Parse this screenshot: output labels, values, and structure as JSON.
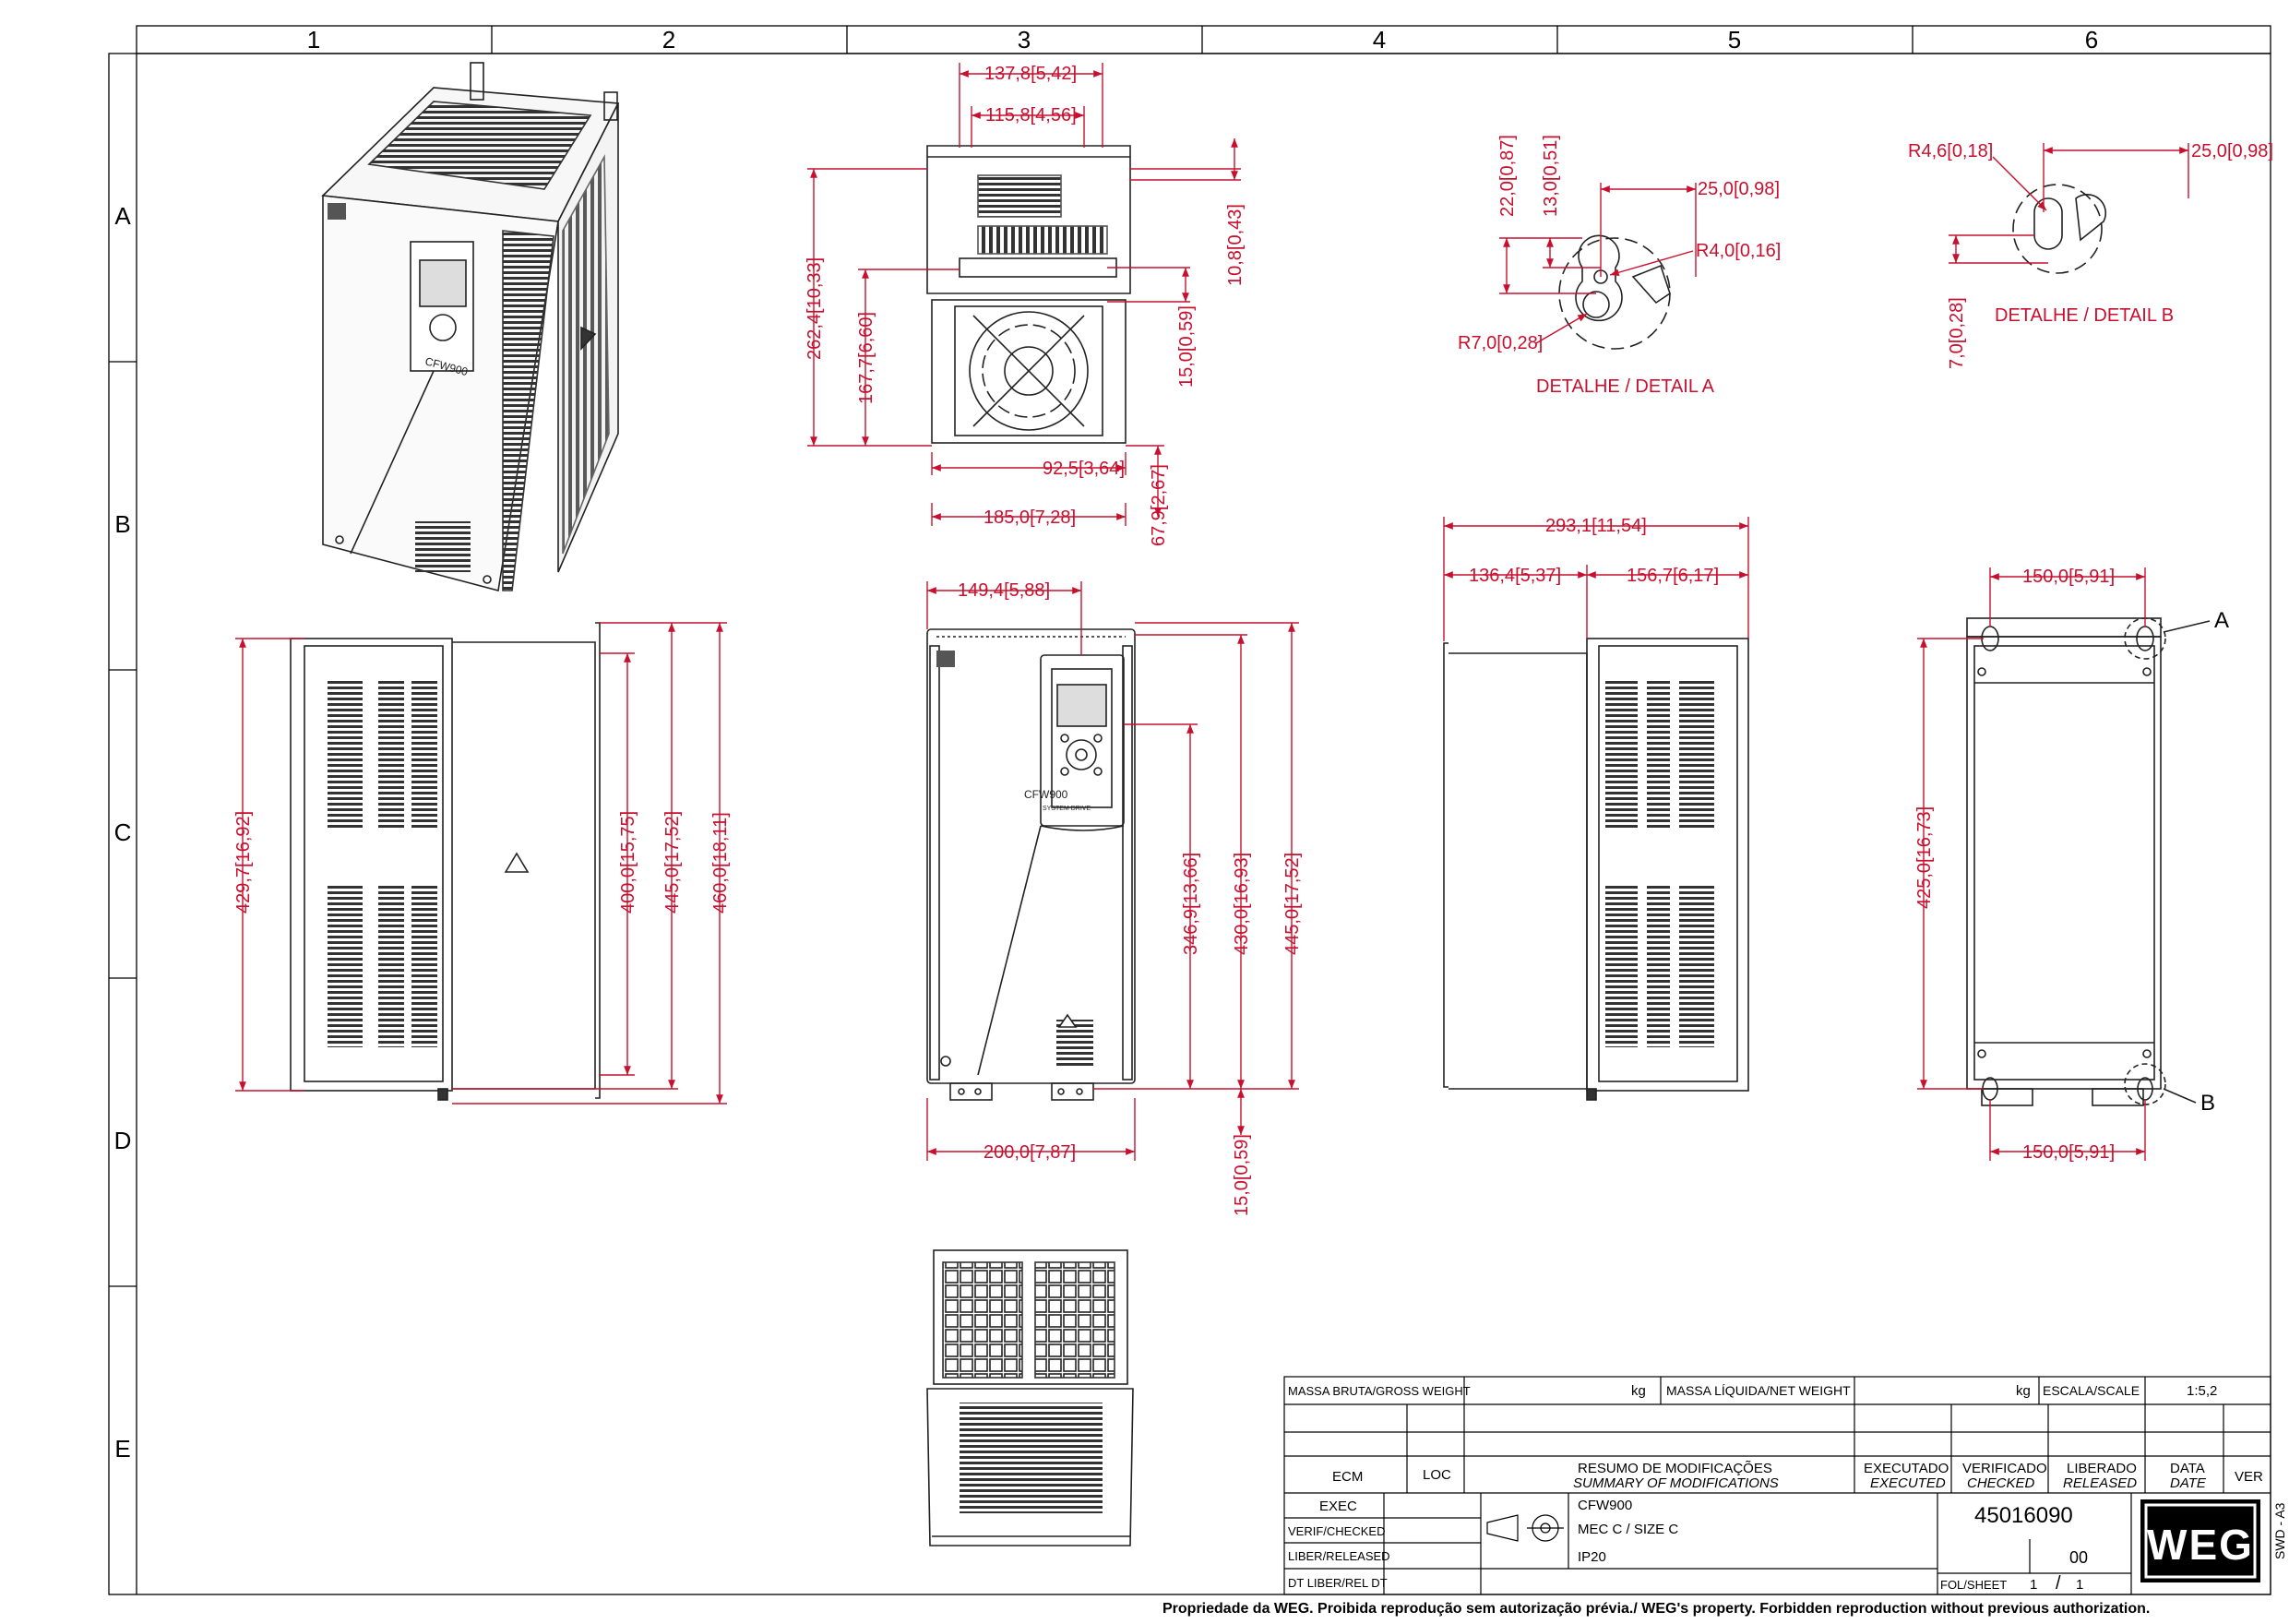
{
  "frame": {
    "columns": [
      "1",
      "2",
      "3",
      "4",
      "5",
      "6"
    ],
    "rows": [
      "A",
      "B",
      "C",
      "D",
      "E"
    ],
    "format_code": "SWD - A3"
  },
  "dimensions": {
    "top_w1": "137,8",
    "top_w1_in": "5,42",
    "top_w2": "115,8",
    "top_w2_in": "4,56",
    "top_h1": "262,4",
    "top_h1_in": "10,33",
    "top_h2": "167,7",
    "top_h2_in": "6,60",
    "top_r1": "10,8",
    "top_r1_in": "0,43",
    "top_r2": "15,0",
    "top_r2_in": "0,59",
    "top_w3": "92,5",
    "top_w3_in": "3,64",
    "top_w4": "185,0",
    "top_w4_in": "7,28",
    "top_r3": "67,9",
    "top_r3_in": "2,67",
    "side_h1": "429,7",
    "side_h1_in": "16,92",
    "side_h2": "400,0",
    "side_h2_in": "15,75",
    "side_h3": "445,0",
    "side_h3_in": "17,52",
    "side_h4": "460,0",
    "side_h4_in": "18,11",
    "front_w1": "149,4",
    "front_w1_in": "5,88",
    "front_h1": "346,9",
    "front_h1_in": "13,66",
    "front_h2": "430,0",
    "front_h2_in": "16,93",
    "front_h3": "445,0",
    "front_h3_in": "17,52",
    "front_w2": "200,0",
    "front_w2_in": "7,87",
    "front_b": "15,0",
    "front_b_in": "0,59",
    "rs_w1": "293,1",
    "rs_w1_in": "11,54",
    "rs_w2": "136,4",
    "rs_w2_in": "5,37",
    "rs_w3": "156,7",
    "rs_w3_in": "6,17",
    "back_w1": "150,0",
    "back_w1_in": "5,91",
    "back_w2": "150,0",
    "back_w2_in": "5,91",
    "back_h1": "425,0",
    "back_h1_in": "16,73",
    "da_1": "22,0",
    "da_1_in": "0,87",
    "da_2": "13,0",
    "da_2_in": "0,51",
    "da_3": "25,0",
    "da_3_in": "0,98",
    "da_4": "R4,0",
    "da_4_in": "0,16",
    "da_5": "R7,0",
    "da_5_in": "0,28",
    "db_1": "R4,6",
    "db_1_in": "0,18",
    "db_2": "25,0",
    "db_2_in": "0,98",
    "db_3": "7,0",
    "db_3_in": "0,28"
  },
  "details": {
    "a_title": "DETALHE / DETAIL A",
    "b_title": "DETALHE / DETAIL B",
    "callout_a": "A",
    "callout_b": "B"
  },
  "product_markings": {
    "brand_small": "CFW900",
    "front_logo": "CFW900",
    "front_sub": "SYSTEM DRIVE"
  },
  "title_block": {
    "gross_weight_label": "MASSA BRUTA/GROSS WEIGHT",
    "gross_weight_unit": "kg",
    "net_weight_label": "MASSA LÍQUIDA/NET WEIGHT",
    "net_weight_unit": "kg",
    "scale_label": "ESCALA/SCALE",
    "scale_value": "1:5,2",
    "ecm": "ECM",
    "loc": "LOC",
    "summary_pt": "RESUMO DE MODIFICAÇÕES",
    "summary_en": "SUMMARY OF MODIFICATIONS",
    "executed_pt": "EXECUTADO",
    "executed_en": "EXECUTED",
    "checked_pt": "VERIFICADO",
    "checked_en": "CHECKED",
    "released_pt": "LIBERADO",
    "released_en": "RELEASED",
    "date_pt": "DATA",
    "date_en": "DATE",
    "ver": "VER",
    "exec": "EXEC",
    "verif": "VERIF/CHECKED",
    "liber": "LIBER/RELEASED",
    "dtliber": "DT LIBER/REL DT",
    "desc1": "CFW900",
    "desc2": "MEC C / SIZE C",
    "desc3": "IP20",
    "drawing_number": "45016090",
    "revision": "00",
    "sheet_label": "FOL/SHEET",
    "sheet_num": "1",
    "sheet_sep": "/",
    "sheet_total": "1",
    "logo": "WEG"
  },
  "footer_note": "Propriedade da WEG. Proibida reprodução sem autorização prévia./ WEG's property. Forbidden reproduction without previous authorization."
}
